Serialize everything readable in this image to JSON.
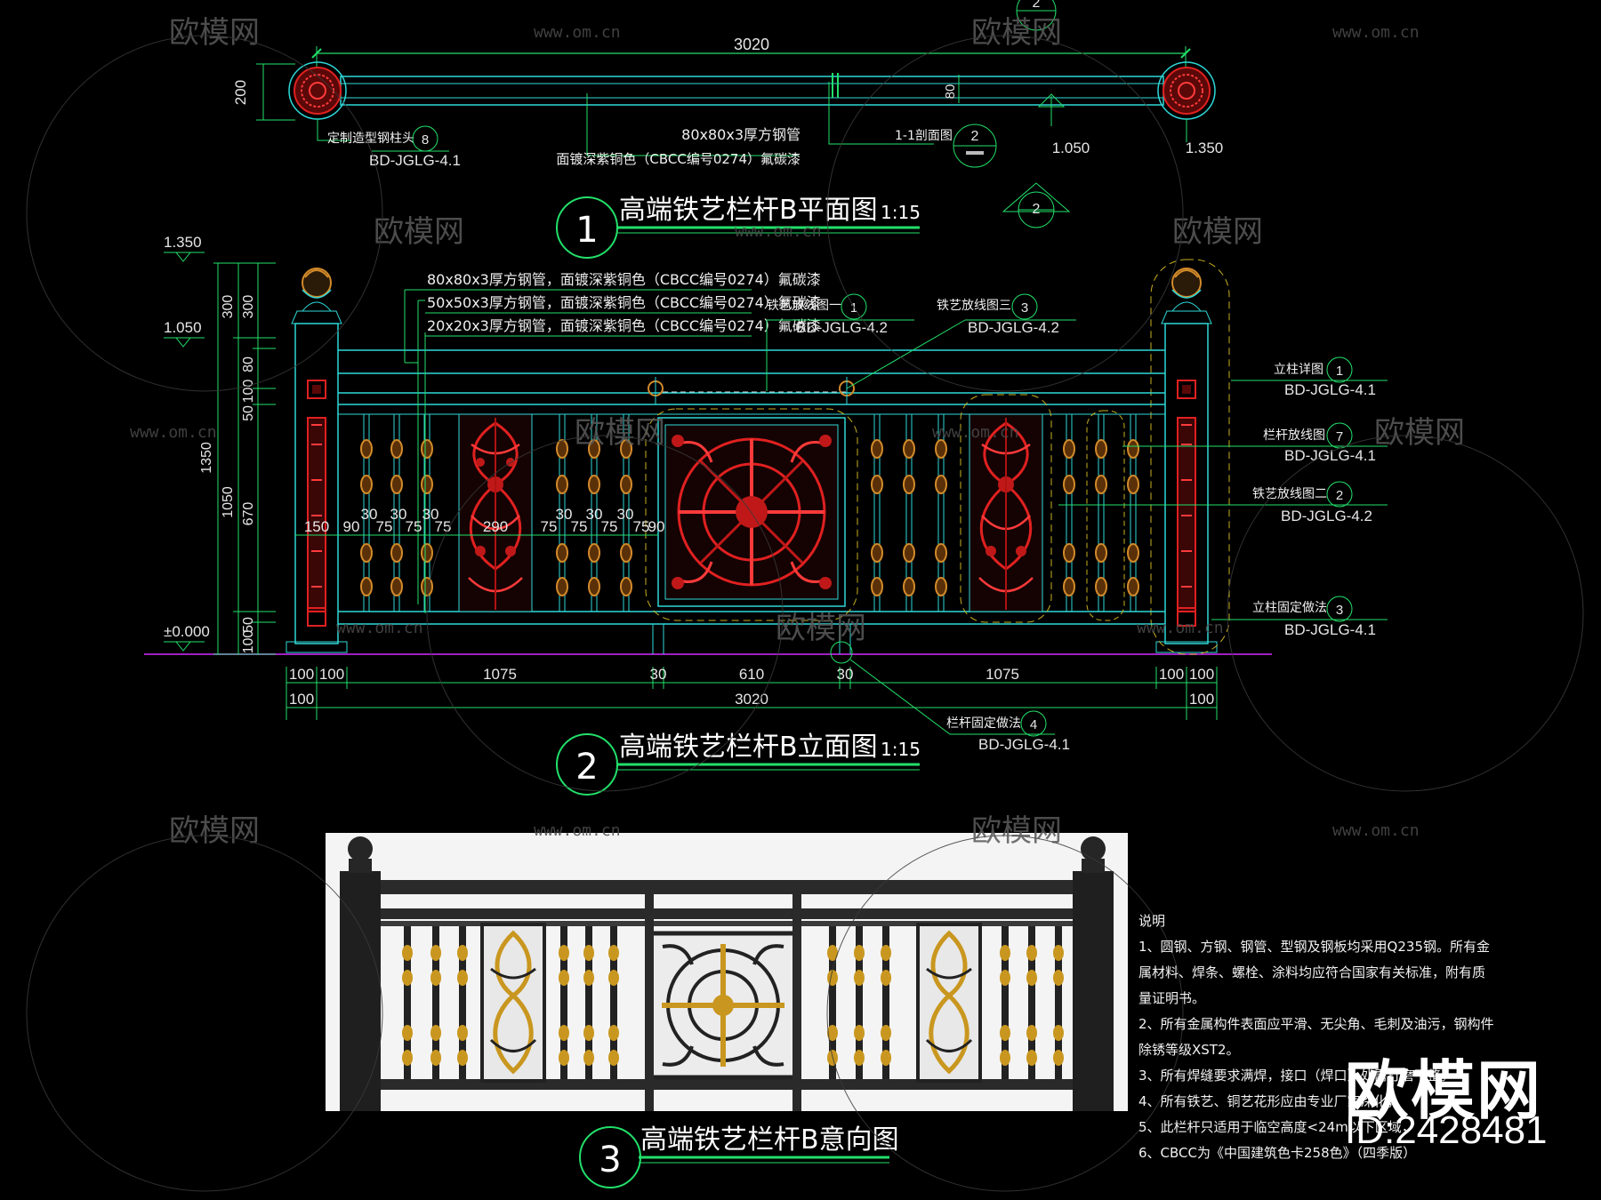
{
  "views": {
    "plan": {
      "number": "1",
      "title": "高端铁艺栏杆B平面图",
      "scale": "1:15",
      "dims": {
        "total": "3020",
        "post": "200",
        "tube": "80"
      },
      "levels": [
        "1.050",
        "1.350"
      ],
      "callouts": [
        {
          "label": "定制造型钢柱头",
          "num": "8",
          "ref": "BD-JGLG-4.1"
        },
        {
          "label": "1-1剖面图",
          "num": "2",
          "ref": ""
        }
      ],
      "notes": [
        "80x80x3厚方钢管",
        "面镀深紫铜色（CBCC编号0274）氟碳漆"
      ],
      "section_marks": [
        "2",
        "2"
      ]
    },
    "elevation": {
      "number": "2",
      "title": "高端铁艺栏杆B立面图",
      "scale": "1:15",
      "levels": [
        "1.350",
        "1.050",
        "±0.000"
      ],
      "material_notes": [
        "80x80x3厚方钢管，面镀深紫铜色（CBCC编号0274）氟碳漆",
        "50x50x3厚方钢管，面镀深紫铜色（CBCC编号0274）氟碳漆",
        "20x20x3厚方钢管，面镀深紫铜色（CBCC编号0274）氟碳漆"
      ],
      "callouts": [
        {
          "label": "铁艺放线图一",
          "num": "1",
          "ref": "BD-JGLG-4.2"
        },
        {
          "label": "铁艺放线图三",
          "num": "3",
          "ref": "BD-JGLG-4.2"
        },
        {
          "label": "立柱详图",
          "num": "1",
          "ref": "BD-JGLG-4.1"
        },
        {
          "label": "栏杆放线图",
          "num": "7",
          "ref": "BD-JGLG-4.1"
        },
        {
          "label": "铁艺放线图二",
          "num": "2",
          "ref": "BD-JGLG-4.2"
        },
        {
          "label": "立柱固定做法",
          "num": "3",
          "ref": "BD-JGLG-4.1"
        },
        {
          "label": "栏杆固定做法",
          "num": "4",
          "ref": "BD-JGLG-4.1"
        }
      ],
      "vertical_dims": [
        "300",
        "300",
        "80",
        "100",
        "50",
        "1350",
        "1050",
        "670",
        "50",
        "100"
      ],
      "inner_dims": [
        "150",
        "90",
        "30",
        "75",
        "30",
        "75",
        "30",
        "75",
        "290",
        "75",
        "30",
        "75",
        "30",
        "75",
        "30",
        "75",
        "90"
      ],
      "bottom_dims_row1": [
        "100",
        "100",
        "1075",
        "30",
        "610",
        "30",
        "1075",
        "100",
        "100"
      ],
      "bottom_dims_row2": [
        "100",
        "3020",
        "100"
      ]
    },
    "photo": {
      "number": "3",
      "title": "高端铁艺栏杆B意向图"
    }
  },
  "notes_block": {
    "heading": "说明",
    "items": [
      "1、圆钢、方钢、钢管、型钢及钢板均采用Q235钢。所有金属材料、焊条、螺栓、涂料均应符合国家有关标准，附有质量证明书。",
      "2、所有金属构件表面应平滑、无尖角、毛刺及油污，钢构件除锈等级XST2。",
      "3、所有焊缝要求满焊，接口（焊口）处需打磨平整。",
      "4、所有铁艺、铜艺花形应由专业厂家深化，",
      "5、此栏杆只适用于临空高度<24m以下区域，",
      "6、CBCC为《中国建筑色卡258色》（四季版）"
    ]
  },
  "watermark": {
    "brand": "欧模网",
    "url": "www.om.cn",
    "id": "ID:2428481"
  },
  "colors": {
    "background": "#000000",
    "dimension": "#22e06a",
    "outline": "#2fd8d8",
    "ornament": "#e02020",
    "gold": "#d28a2a",
    "leader_yellow": "#c8b020",
    "title_underline": "#22e06a"
  }
}
